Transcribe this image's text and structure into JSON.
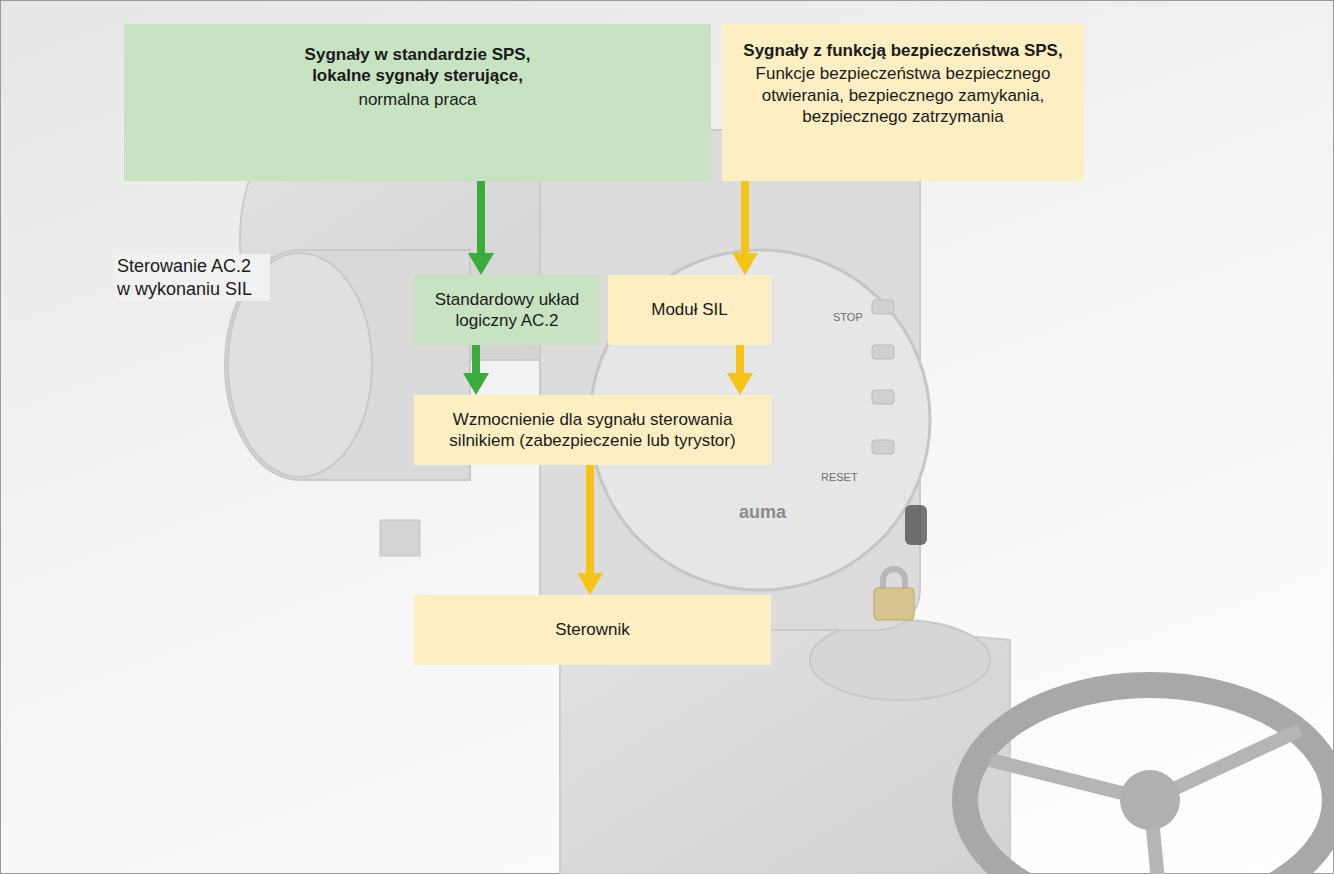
{
  "diagram": {
    "nodes": [
      {
        "text": [
          "Sygnały w standardzie SPS, lokalne sygnały sterujące,",
          "normalna praca"
        ]
      },
      {
        "text": [
          "Sygnały z funkcją bezpieczeństwa SPS,",
          "Funkcje bezpieczeństwa bezpiecznego otwierania, bezpiecznego zamykania, bezpiecznego zatrzymania"
        ]
      },
      {
        "text": [
          "Standardowy układ logiczny AC.2"
        ]
      },
      {
        "text": [
          "Moduł SIL"
        ]
      },
      {
        "text": [
          "Wzmocnienie dla sygnału sterowania silnikiem (zabezpieczenie lub tyrystor)"
        ]
      },
      {
        "text": [
          "Sterownik"
        ]
      }
    ],
    "edges": [
      {
        "from": 0,
        "to": 2,
        "arrow": "to"
      },
      {
        "from": 1,
        "to": 3,
        "arrow": "to"
      },
      {
        "from": 2,
        "to": 4,
        "arrow": "to"
      },
      {
        "from": 3,
        "to": 4,
        "arrow": "to"
      },
      {
        "from": 4,
        "to": 5,
        "arrow": "to"
      }
    ],
    "labels": [
      "Sterowanie AC.2 w wykonaniu SIL",
      "STOP",
      "RESET",
      "auma"
    ]
  }
}
